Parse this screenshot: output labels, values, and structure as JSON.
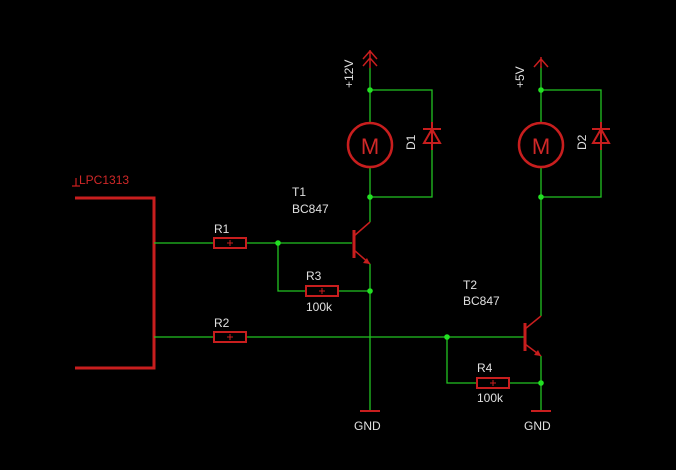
{
  "colors": {
    "background": "#000000",
    "wire": "#22c322",
    "part": "#c81e1e",
    "text": "#e0e0e0"
  },
  "mcu": {
    "label": "LPC1313"
  },
  "t1": {
    "name": "T1",
    "type": "BC847"
  },
  "t2": {
    "name": "T2",
    "type": "BC847"
  },
  "r1": {
    "name": "R1"
  },
  "r2": {
    "name": "R2"
  },
  "r3": {
    "name": "R3",
    "value": "100k"
  },
  "r4": {
    "name": "R4",
    "value": "100k"
  },
  "m1": {
    "label": "M",
    "supply": "+12V",
    "diode": "D1"
  },
  "m2": {
    "label": "M",
    "supply": "+5V",
    "diode": "D2"
  },
  "gnd1": {
    "label": "GND"
  },
  "gnd2": {
    "label": "GND"
  },
  "icons": [
    "motor-icon",
    "diode-icon",
    "resistor-icon",
    "npn-transistor-icon",
    "supply-arrow-icon",
    "ground-icon"
  ]
}
